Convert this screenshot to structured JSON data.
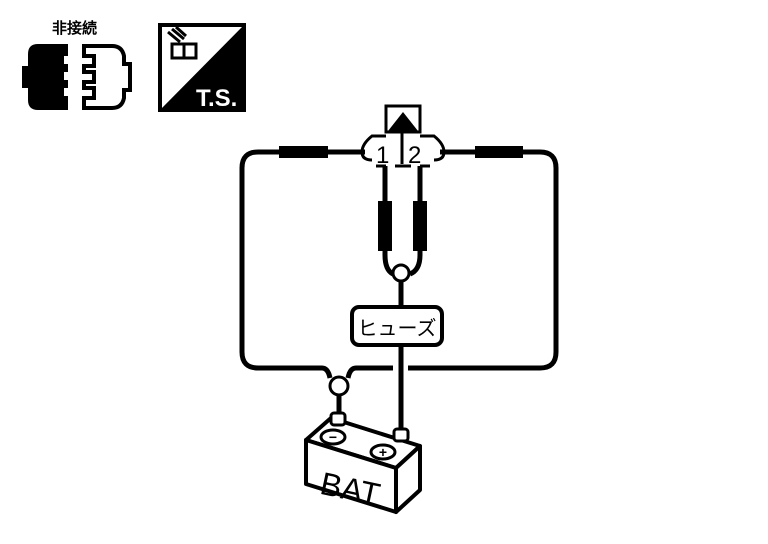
{
  "icons": {
    "disconnected_label": "非接続",
    "tester_label": "T.S."
  },
  "connector": {
    "pin_1": "1",
    "pin_2": "2"
  },
  "fuse": {
    "label": "ヒューズ"
  },
  "battery": {
    "label": "BAT",
    "negative_symbol": "−",
    "positive_symbol": "+"
  },
  "colors": {
    "line": "#000000",
    "background": "#ffffff"
  }
}
